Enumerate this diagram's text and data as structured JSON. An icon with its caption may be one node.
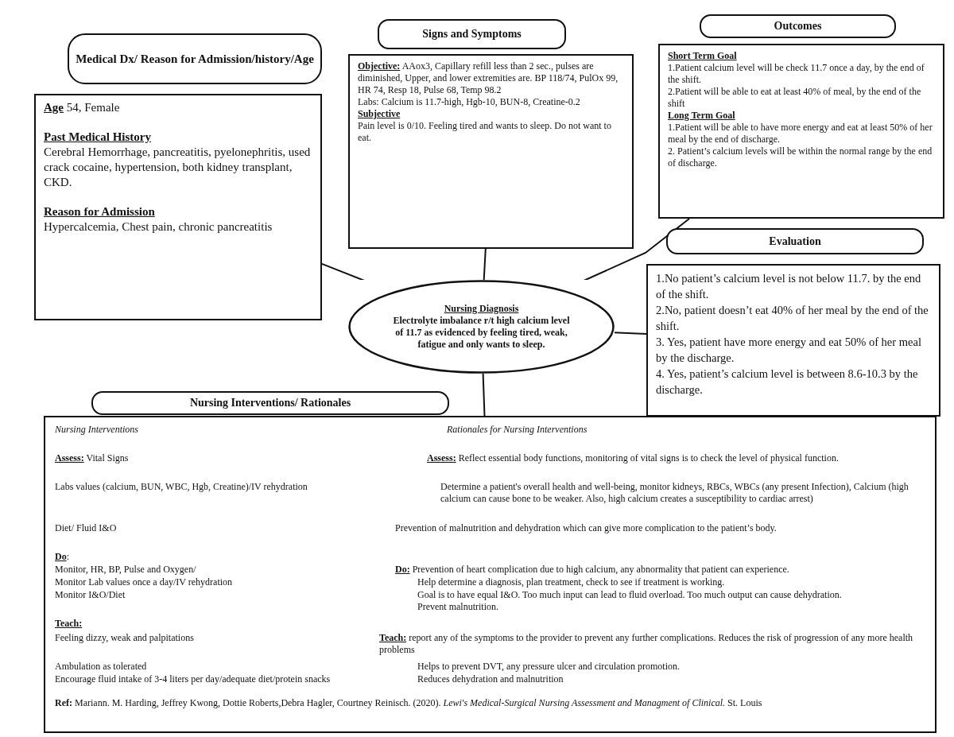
{
  "diagram": {
    "nodes": [
      {
        "text": [
          "Medical Dx/ Reason for Admission/history/Age"
        ]
      },
      {
        "text": [
          "**Age** 54, Female",
          "Past Medical History",
          "Cerebral Hemorrhage, pancreatitis, pyelonephritis, used crack cocaine, hypertension, both kidney transplant, CKD.",
          "Reason for Admission",
          "Hypercalcemia, Chest pain, chronic pancreatitis"
        ]
      },
      {
        "text": [
          "Signs and Symptoms"
        ]
      },
      {
        "text": [
          "**Objective:** AAox3, Capillary refill less than 2 sec., pulses are diminished, Upper, and lower extremities are. BP 118/74, PulOx 99, HR 74, Resp 18, Pulse 68, Temp 98.2",
          "Labs: Calcium is 11.7-high, Hgb-10, BUN-8, Creatine-0.2",
          "Subjective",
          "Pain level is 0/10. Feeling tired and wants to sleep. Do not want to eat."
        ]
      },
      {
        "text": [
          "Outcomes"
        ]
      },
      {
        "text": [
          "Short Term Goal",
          "1.Patient calcium level will be check 11.7 once a day, by the end of the shift.",
          "2.Patient will be able to eat at least 40% of meal, by the end of the shift",
          "Long Term Goal",
          "1.Patient will be able to have more energy and eat at least 50% of her meal by the end of discharge.",
          "2. Patient’s calcium levels will be within the normal range by the end of discharge."
        ]
      },
      {
        "text": [
          "Evaluation"
        ]
      },
      {
        "text": [
          "1.No patient’s calcium level is not below 11.7. by the end of the shift.",
          "2.No, patient doesn’t eat 40% of her meal by the end of the shift.",
          "3. Yes, patient have more energy and eat 50% of her meal by the discharge.",
          "4. Yes, patient’s calcium level is between 8.6-10.3 by the discharge."
        ]
      },
      {
        "text": [
          "Nursing Diagnosis",
          "Electrolyte imbalance r/t high calcium level of 11.7 as evidenced by feeling tired, weak, fatigue and only wants to sleep."
        ]
      },
      {
        "text": [
          "Nursing Interventions/ Rationales"
        ]
      },
      {
        "text": [
          "Nursing Interventions",
          "Rationales for Nursing Interventions",
          "**Assess:** Vital Signs",
          "**Assess:** Reflect essential body functions, monitoring of vital signs is to check the level of physical function.",
          "Labs values (calcium, BUN, WBC, Hgb, Creatine)/IV rehydration",
          "Determine a patient's overall health and well-being, monitor kidneys, RBCs, WBCs (any present Infection), Calcium (high calcium can cause bone to be weaker. Also, high calcium creates a susceptibility to cardiac arrest)",
          "Diet/ Fluid I&O",
          "Prevention of malnutrition and dehydration which can give more complication to the patient’s body.",
          "**Do**:",
          "Monitor, HR, BP, Pulse and Oxygen/",
          "**Do:** Prevention of heart complication due to high calcium, any abnormality that patient can experience.",
          "Monitor Lab values once a day/IV rehydration",
          "Help determine a diagnosis, plan treatment, check to see if treatment is working.",
          "Monitor I&O/Diet",
          "Goal is to have equal I&O. Too much input can lead to fluid overload. Too much output can cause dehydration. Prevent malnutrition.",
          "Teach:",
          "Feeling dizzy, weak and palpitations",
          "**Teach:** report any of the symptoms to the provider to prevent any further complications. Reduces the risk of progression of any more health problems",
          "Ambulation as tolerated",
          "Helps to prevent DVT, any pressure ulcer and circulation promotion.",
          "Encourage fluid intake of 3-4 liters per day/adequate diet/protein snacks",
          "Reduces dehydration and malnutrition",
          "**Ref:** Mariann. M. Harding, Jeffrey Kwong, Dottie Roberts,Debra Hagler, Courtney Reinisch. (2020). *Lewi's Medical-Surgical Nursing Assessment and Managment of Clinical.* St. Louis"
        ]
      }
    ],
    "edges": [
      {
        "from": 1,
        "to": 8,
        "arrow": "none"
      },
      {
        "from": 3,
        "to": 8,
        "arrow": "none"
      },
      {
        "from": 5,
        "to": 8,
        "arrow": "none"
      },
      {
        "from": 8,
        "to": 7,
        "arrow": "none"
      },
      {
        "from": 8,
        "to": 10,
        "arrow": "none"
      }
    ]
  }
}
